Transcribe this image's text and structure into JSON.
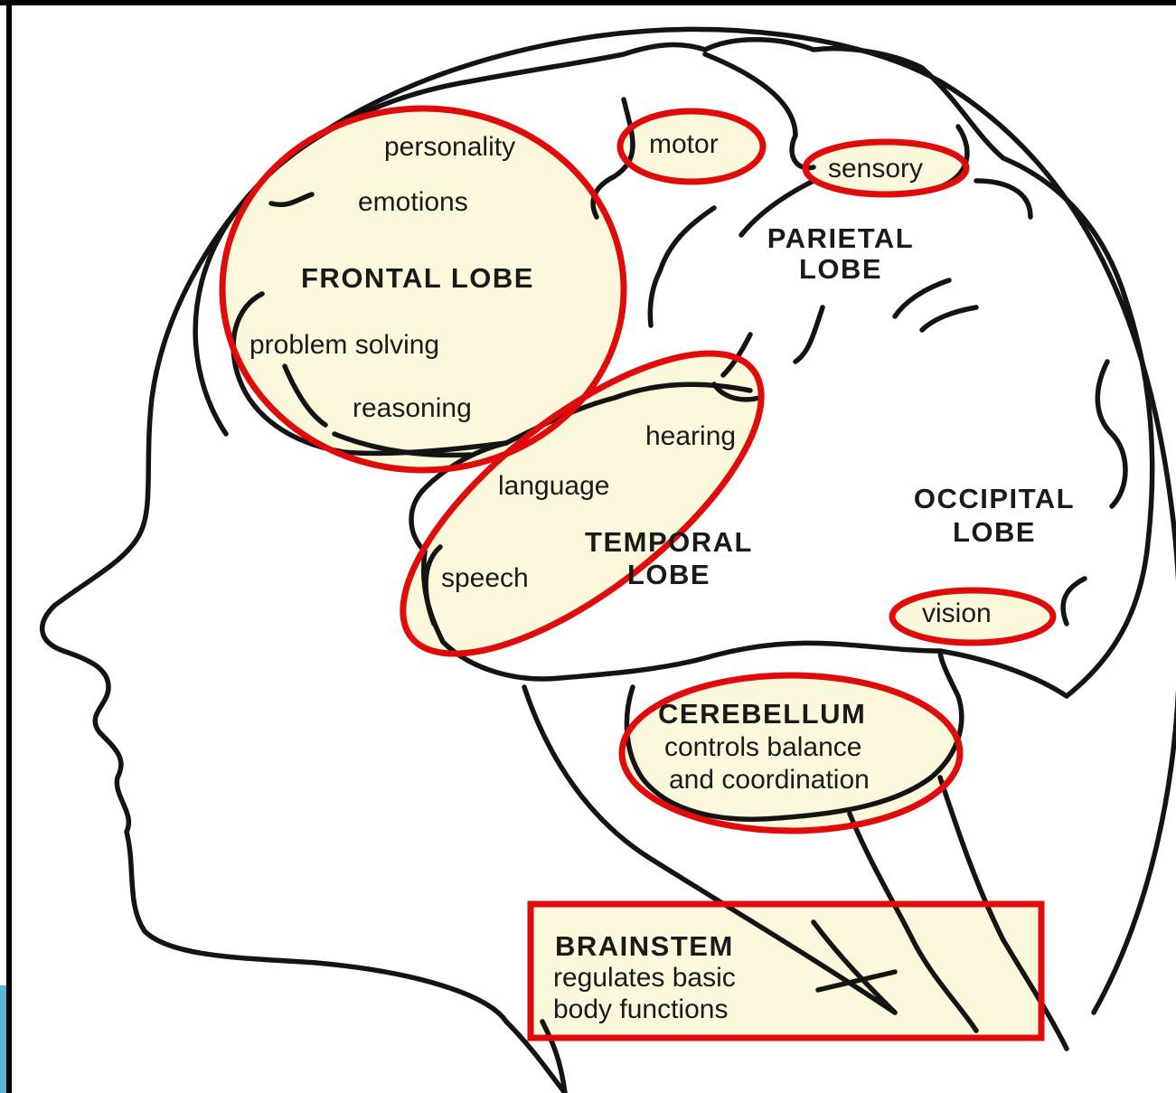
{
  "diagram": {
    "labels": {
      "personality": "personality",
      "emotions": "emotions",
      "frontal_lobe": "FRONTAL LOBE",
      "problem_solving": "problem solving",
      "reasoning": "reasoning",
      "motor": "motor",
      "sensory": "sensory",
      "parietal_lobe_line1": "PARIETAL",
      "parietal_lobe_line2": "LOBE",
      "hearing": "hearing",
      "language": "language",
      "temporal_lobe_line1": "TEMPORAL",
      "temporal_lobe_line2": "LOBE",
      "speech": "speech",
      "occipital_lobe_line1": "OCCIPITAL",
      "occipital_lobe_line2": "LOBE",
      "vision": "vision",
      "cerebellum": "CEREBELLUM",
      "cerebellum_desc_line1": "controls balance",
      "cerebellum_desc_line2": "and coordination",
      "brainstem": "BRAINSTEM",
      "brainstem_desc_line1": "regulates basic",
      "brainstem_desc_line2": "body functions"
    },
    "colors": {
      "highlight_outline": "#e00b0b",
      "highlight_fill": "#fbf8dc",
      "line_art": "#141414",
      "frame": "#000000"
    }
  }
}
